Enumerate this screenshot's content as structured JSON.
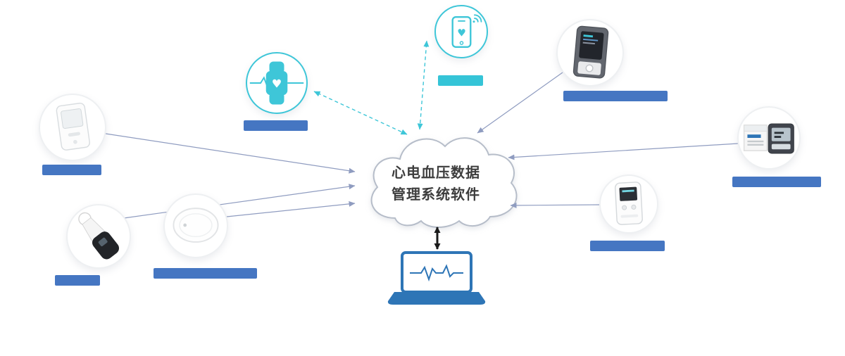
{
  "diagram": {
    "background": "#ffffff",
    "cloud": {
      "line1": "心电血压数据",
      "line2": "管理系统软件",
      "border_color": "#b6bdc9",
      "text_color": "#3d3d3d"
    },
    "colors": {
      "teal_accent": "#3ec6d8",
      "label_bar_blue": "#4576c2",
      "label_bar_cyan": "#35c4d7",
      "connector_gray_blue": "#8f9cc0",
      "laptop_blue": "#2e75b6",
      "sync_arrow_black": "#1a1a1a"
    },
    "nodes": [
      {
        "id": "ecg-recorder",
        "icon": "handheld-ecg-recorder-photo",
        "label_bar_color": "#4576c2"
      },
      {
        "id": "ear-thermometer",
        "icon": "ear-thermometer-photo",
        "label_bar_color": "#4576c2"
      },
      {
        "id": "chest-patch",
        "icon": "round-patch-recorder-photo",
        "label_bar_color": "#4576c2"
      },
      {
        "id": "smart-watch",
        "icon": "smartwatch-heart-ecg-icon",
        "label_bar_color": "#4576c2"
      },
      {
        "id": "smartphone-app",
        "icon": "smartphone-heart-signal-icon",
        "label_bar_color": "#35c4d7"
      },
      {
        "id": "bp-monitor",
        "icon": "blood-pressure-monitor-photo",
        "label_bar_color": "#4576c2"
      },
      {
        "id": "bp-meter-with-box",
        "icon": "blood-pressure-meter-box-photo",
        "label_bar_color": "#4576c2"
      },
      {
        "id": "holter-recorder",
        "icon": "holter-recorder-photo",
        "label_bar_color": "#4576c2"
      },
      {
        "id": "laptop-software",
        "icon": "laptop-ecg-screen-icon",
        "label_bar_color": null
      }
    ],
    "connections": [
      {
        "from": "ecg-recorder",
        "to": "cloud",
        "style": "solid-arrow"
      },
      {
        "from": "ear-thermometer",
        "to": "cloud",
        "style": "solid-arrow"
      },
      {
        "from": "chest-patch",
        "to": "cloud",
        "style": "solid-arrow"
      },
      {
        "from": "bp-monitor",
        "to": "cloud",
        "style": "solid-arrow"
      },
      {
        "from": "bp-meter-with-box",
        "to": "cloud",
        "style": "solid-arrow"
      },
      {
        "from": "holter-recorder",
        "to": "cloud",
        "style": "solid-arrow"
      },
      {
        "from": "cloud",
        "to": "smart-watch",
        "style": "dashed-double-arrow"
      },
      {
        "from": "cloud",
        "to": "smartphone-app",
        "style": "dashed-double-arrow"
      },
      {
        "from": "cloud",
        "to": "laptop-software",
        "style": "solid-double-arrow"
      }
    ]
  }
}
